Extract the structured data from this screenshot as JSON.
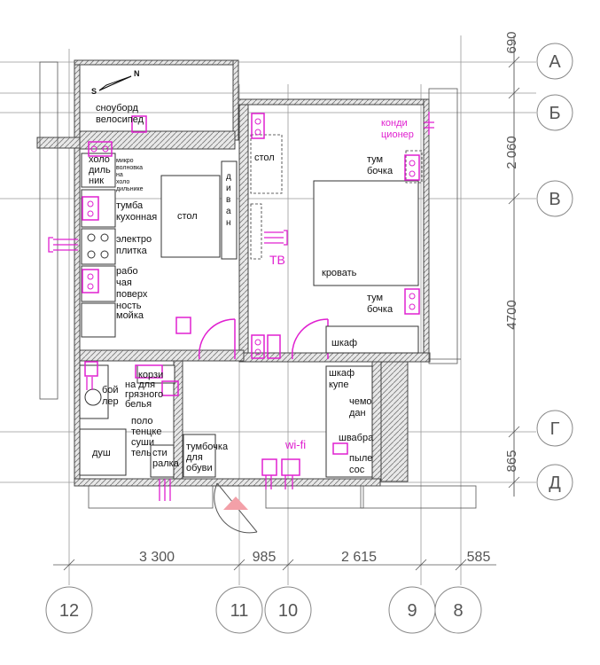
{
  "colors": {
    "wall": "#666666",
    "line": "#111111",
    "accent": "#e020d0",
    "grid": "#888888"
  },
  "rows": [
    {
      "id": "row-a",
      "label": "А"
    },
    {
      "id": "row-b",
      "label": "Б"
    },
    {
      "id": "row-v",
      "label": "В"
    },
    {
      "id": "row-g",
      "label": "Г"
    },
    {
      "id": "row-d",
      "label": "Д"
    }
  ],
  "cols": [
    {
      "id": "col-12",
      "label": "12"
    },
    {
      "id": "col-11",
      "label": "11"
    },
    {
      "id": "col-10",
      "label": "10"
    },
    {
      "id": "col-9",
      "label": "9"
    },
    {
      "id": "col-8",
      "label": "8"
    }
  ],
  "dims": {
    "right": [
      "690",
      "2 060",
      "4700",
      "865"
    ],
    "bottom": [
      "3 300",
      "985",
      "2 615",
      "585"
    ]
  },
  "compass": {
    "n": "N",
    "s": "S"
  },
  "labels": {
    "snowboard": [
      "сноуборд",
      "велосипед"
    ],
    "fridge": [
      "холо",
      "диль",
      "ник"
    ],
    "microwave": [
      "микро",
      "волновка",
      "на",
      "холо",
      "дильнике"
    ],
    "cabinet": [
      "тумба",
      "кухонная"
    ],
    "stove": [
      "электро",
      "плитка"
    ],
    "worktop": [
      "рабо",
      "чая",
      "поверх",
      "ность"
    ],
    "sink": "мойка",
    "table": "стол",
    "sofa": [
      "д",
      "и",
      "в",
      "а",
      "н"
    ],
    "desk": "стол",
    "tv": "ТВ",
    "bed": "кровать",
    "aircon": [
      "конди",
      "ционер"
    ],
    "nightstand1": [
      "тум",
      "бочка"
    ],
    "nightstand2": [
      "тум",
      "бочка"
    ],
    "wardrobe": "шкаф",
    "boiler": [
      "бой",
      "лер"
    ],
    "laundry": [
      "корзи",
      "на для",
      "грязного",
      "белья"
    ],
    "dryer": [
      "поло",
      "тенцке",
      "суши",
      "тель"
    ],
    "washer": [
      "сти",
      "ралка"
    ],
    "shower": "душ",
    "shoe_cabinet": [
      "тумбочка",
      "для",
      "обуви"
    ],
    "closet": [
      "шкаф",
      "купе"
    ],
    "suitcase": [
      "чемо",
      "дан"
    ],
    "mop": "швабра",
    "vacuum": [
      "пыле",
      "сос"
    ],
    "wifi": "wi-fi"
  }
}
